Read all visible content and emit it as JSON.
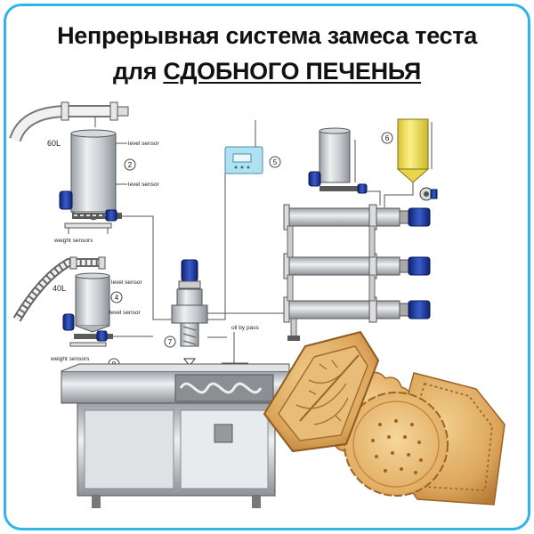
{
  "title": {
    "line1": "Непрерывная система замеса теста",
    "line2_prefix": "для ",
    "line2_underlined": "СДОБНОГО ПЕЧЕНЬЯ"
  },
  "diagram": {
    "tank1_volume": "60L",
    "tank2_volume": "40L",
    "level_sensor": "level sensor",
    "weight_sensors": "weight sensors",
    "oil_by_pass": "oil by pass",
    "numbers": {
      "n2": "2",
      "n4": "4",
      "n5": "5",
      "n6": "6",
      "n7": "7",
      "n8": "8"
    }
  },
  "colors": {
    "frame": "#2fb6e8",
    "motor_blue": "#1f3c9c",
    "steel": "#c9ccd0",
    "oil_yellow": "#f4e35a",
    "cookie": "#d9a35a"
  }
}
